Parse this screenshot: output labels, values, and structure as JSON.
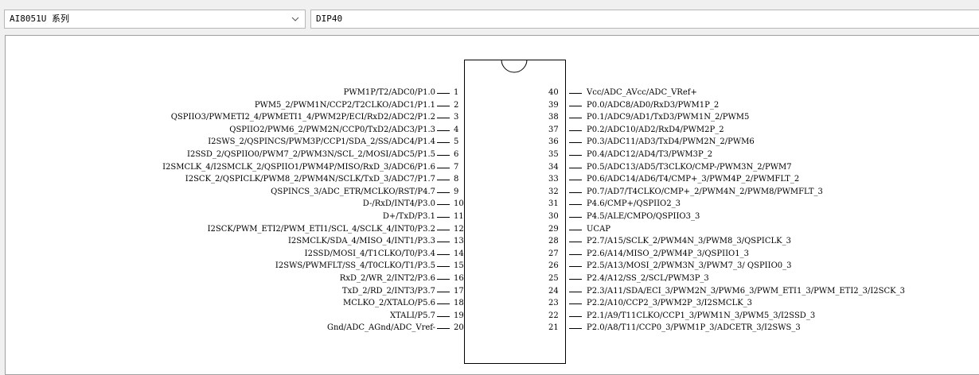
{
  "toolbar": {
    "series_value": "AI8051U 系列",
    "package_value": "DIP40",
    "dropdown_icon": "chevron-down-icon"
  },
  "chip": {
    "left_pins": [
      {
        "num": "1",
        "name": "PWM1P/T2/ADC0/P1.0"
      },
      {
        "num": "2",
        "name": "PWM5_2/PWM1N/CCP2/T2CLKO/ADC1/P1.1"
      },
      {
        "num": "3",
        "name": "QSPIIO3/PWMETI2_4/PWMETI1_4/PWM2P/ECI/RxD2/ADC2/P1.2"
      },
      {
        "num": "4",
        "name": "QSPIIO2/PWM6_2/PWM2N/CCP0/TxD2/ADC3/P1.3"
      },
      {
        "num": "5",
        "name": "I2SWS_2/QSPINCS/PWM3P/CCP1/SDA_2/SS/ADC4/P1.4"
      },
      {
        "num": "6",
        "name": "I2SSD_2/QSPIIO0/PWM7_2/PWM3N/SCL_2/MOSI/ADC5/P1.5"
      },
      {
        "num": "7",
        "name": "I2SMCLK_4/I2SMCLK_2/QSPIIO1/PWM4P/MISO/RxD_3/ADC6/P1.6"
      },
      {
        "num": "8",
        "name": "I2SCK_2/QSPICLK/PWM8_2/PWM4N/SCLK/TxD_3/ADC7/P1.7"
      },
      {
        "num": "9",
        "name": "QSPINCS_3/ADC_ETR/MCLKO/RST/P4.7"
      },
      {
        "num": "10",
        "name": "D-/RxD/INT4/P3.0"
      },
      {
        "num": "11",
        "name": "D+/TxD/P3.1"
      },
      {
        "num": "12",
        "name": "I2SCK/PWM_ETI2/PWM_ETI1/SCL_4/SCLK_4/INT0/P3.2"
      },
      {
        "num": "13",
        "name": "I2SMCLK/SDA_4/MISO_4/INT1/P3.3"
      },
      {
        "num": "14",
        "name": "I2SSD/MOSI_4/T1CLKO/T0/P3.4"
      },
      {
        "num": "15",
        "name": "I2SWS/PWMFLT/SS_4/T0CLKO/T1/P3.5"
      },
      {
        "num": "16",
        "name": "RxD_2/WR_2/INT2/P3.6"
      },
      {
        "num": "17",
        "name": "TxD_2/RD_2/INT3/P3.7"
      },
      {
        "num": "18",
        "name": "MCLKO_2/XTALO/P5.6"
      },
      {
        "num": "19",
        "name": "XTALI/P5.7"
      },
      {
        "num": "20",
        "name": "Gnd/ADC_AGnd/ADC_Vref-"
      }
    ],
    "right_pins": [
      {
        "num": "40",
        "name": "Vcc/ADC_AVcc/ADC_VRef+"
      },
      {
        "num": "39",
        "name": "P0.0/ADC8/AD0/RxD3/PWM1P_2"
      },
      {
        "num": "38",
        "name": "P0.1/ADC9/AD1/TxD3/PWM1N_2/PWM5"
      },
      {
        "num": "37",
        "name": "P0.2/ADC10/AD2/RxD4/PWM2P_2"
      },
      {
        "num": "36",
        "name": "P0.3/ADC11/AD3/TxD4/PWM2N_2/PWM6"
      },
      {
        "num": "35",
        "name": "P0.4/ADC12/AD4/T3/PWM3P_2"
      },
      {
        "num": "34",
        "name": "P0.5/ADC13/AD5/T3CLKO/CMP-/PWM3N_2/PWM7"
      },
      {
        "num": "33",
        "name": "P0.6/ADC14/AD6/T4/CMP+_3/PWM4P_2/PWMFLT_2"
      },
      {
        "num": "32",
        "name": "P0.7/AD7/T4CLKO/CMP+_2/PWM4N_2/PWM8/PWMFLT_3"
      },
      {
        "num": "31",
        "name": "P4.6/CMP+/QSPIIO2_3"
      },
      {
        "num": "30",
        "name": "P4.5/ALE/CMPO/QSPIIO3_3"
      },
      {
        "num": "29",
        "name": "UCAP"
      },
      {
        "num": "28",
        "name": "P2.7/A15/SCLK_2/PWM4N_3/PWM8_3/QSPICLK_3"
      },
      {
        "num": "27",
        "name": "P2.6/A14/MISO_2/PWM4P_3/QSPIIO1_3"
      },
      {
        "num": "26",
        "name": "P2.5/A13/MOSI_2/PWM3N_3/PWM7_3/ QSPIIO0_3"
      },
      {
        "num": "25",
        "name": "P2.4/A12/SS_2/SCL/PWM3P_3"
      },
      {
        "num": "24",
        "name": "P2.3/A11/SDA/ECI_3/PWM2N_3/PWM6_3/PWM_ETI1_3/PWM_ETI2_3/I2SCK_3"
      },
      {
        "num": "23",
        "name": "P2.2/A10/CCP2_3/PWM2P_3/I2SMCLK_3"
      },
      {
        "num": "22",
        "name": "P2.1/A9/T11CLKO/CCP1_3/PWM1N_3/PWM5_3/I2SSD_3"
      },
      {
        "num": "21",
        "name": "P2.0/A8/T11/CCP0_3/PWM1P_3/ADCETR_3/I2SWS_3"
      }
    ]
  }
}
